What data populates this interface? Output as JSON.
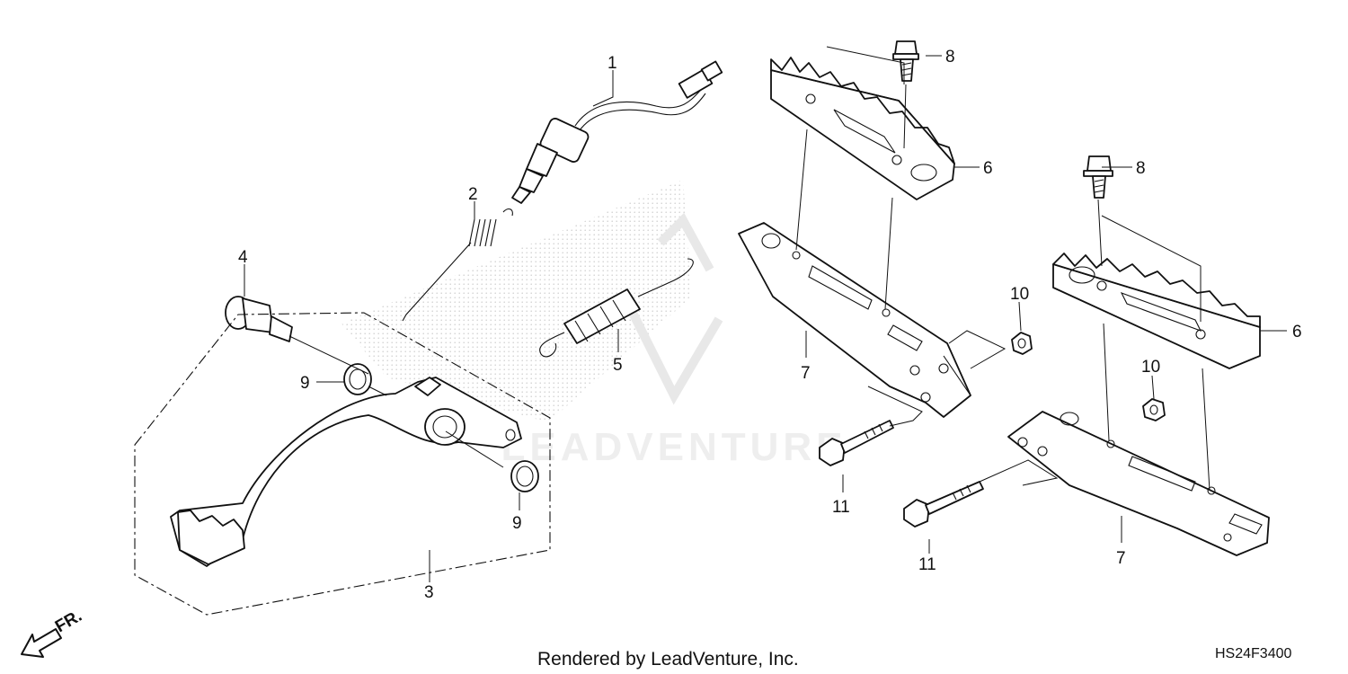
{
  "callouts": [
    {
      "id": "1",
      "text": "1"
    },
    {
      "id": "2",
      "text": "2"
    },
    {
      "id": "3",
      "text": "3"
    },
    {
      "id": "4",
      "text": "4"
    },
    {
      "id": "5",
      "text": "5"
    },
    {
      "id": "6a",
      "text": "6"
    },
    {
      "id": "6b",
      "text": "6"
    },
    {
      "id": "7a",
      "text": "7"
    },
    {
      "id": "7b",
      "text": "7"
    },
    {
      "id": "8a",
      "text": "8"
    },
    {
      "id": "8b",
      "text": "8"
    },
    {
      "id": "9a",
      "text": "9"
    },
    {
      "id": "9b",
      "text": "9"
    },
    {
      "id": "10a",
      "text": "10"
    },
    {
      "id": "10b",
      "text": "10"
    },
    {
      "id": "11a",
      "text": "11"
    },
    {
      "id": "11b",
      "text": "11"
    }
  ],
  "watermark": "LEADVENTURE",
  "direction": {
    "label": "FR.",
    "icon": "front-direction-arrow-icon"
  },
  "footer": {
    "rendered_by": "Rendered by LeadVenture, Inc.",
    "diagram_code": "HS24F3400"
  }
}
